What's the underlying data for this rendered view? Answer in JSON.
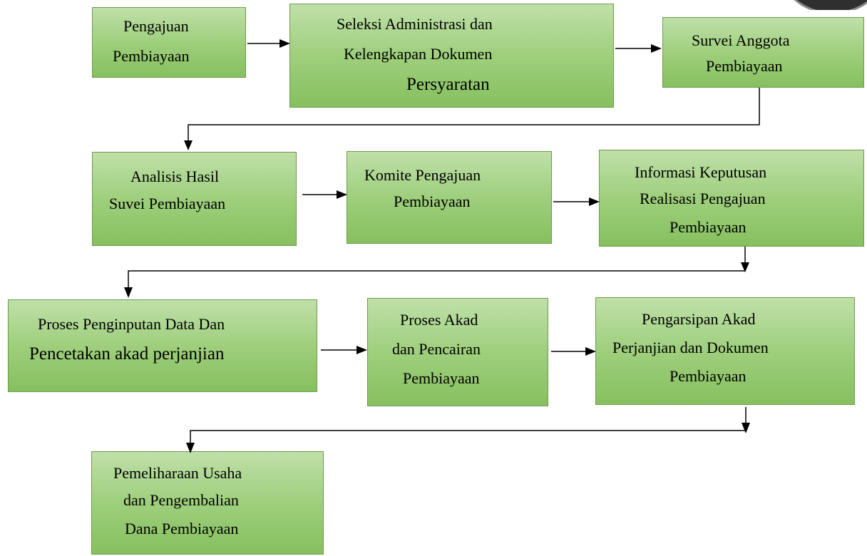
{
  "steps": [
    {
      "id": "pengajuan",
      "lines": [
        "Pengajuan",
        "Pembiayaan"
      ]
    },
    {
      "id": "seleksi",
      "lines": [
        "Seleksi Administrasi dan",
        "Kelengkapan Dokumen",
        "Persyaratan"
      ]
    },
    {
      "id": "survei",
      "lines": [
        "Survei Anggota",
        "Pembiayaan"
      ]
    },
    {
      "id": "analisis",
      "lines": [
        "Analisis Hasil",
        "Suvei Pembiayaan"
      ]
    },
    {
      "id": "komite",
      "lines": [
        "Komite Pengajuan",
        "Pembiayaan"
      ]
    },
    {
      "id": "informasi",
      "lines": [
        "Informasi Keputusan",
        "Realisasi Pengajuan",
        "Pembiayaan"
      ]
    },
    {
      "id": "proses-input",
      "lines": [
        "Proses Penginputan Data Dan",
        "Pencetakan akad perjanjian"
      ]
    },
    {
      "id": "proses-akad",
      "lines": [
        "Proses Akad",
        "dan Pencairan",
        "Pembiayaan"
      ]
    },
    {
      "id": "pengarsipan",
      "lines": [
        "Pengarsipan Akad",
        "Perjanjian dan Dokumen",
        "Pembiayaan"
      ]
    },
    {
      "id": "pemeliharaan",
      "lines": [
        "Pemeliharaan Usaha",
        "dan Pengembalian",
        "Dana Pembiayaan"
      ]
    }
  ],
  "colors": {
    "box_fill": "#9fcf7d",
    "box_border": "#6f9a4a",
    "arrow": "#000000"
  }
}
